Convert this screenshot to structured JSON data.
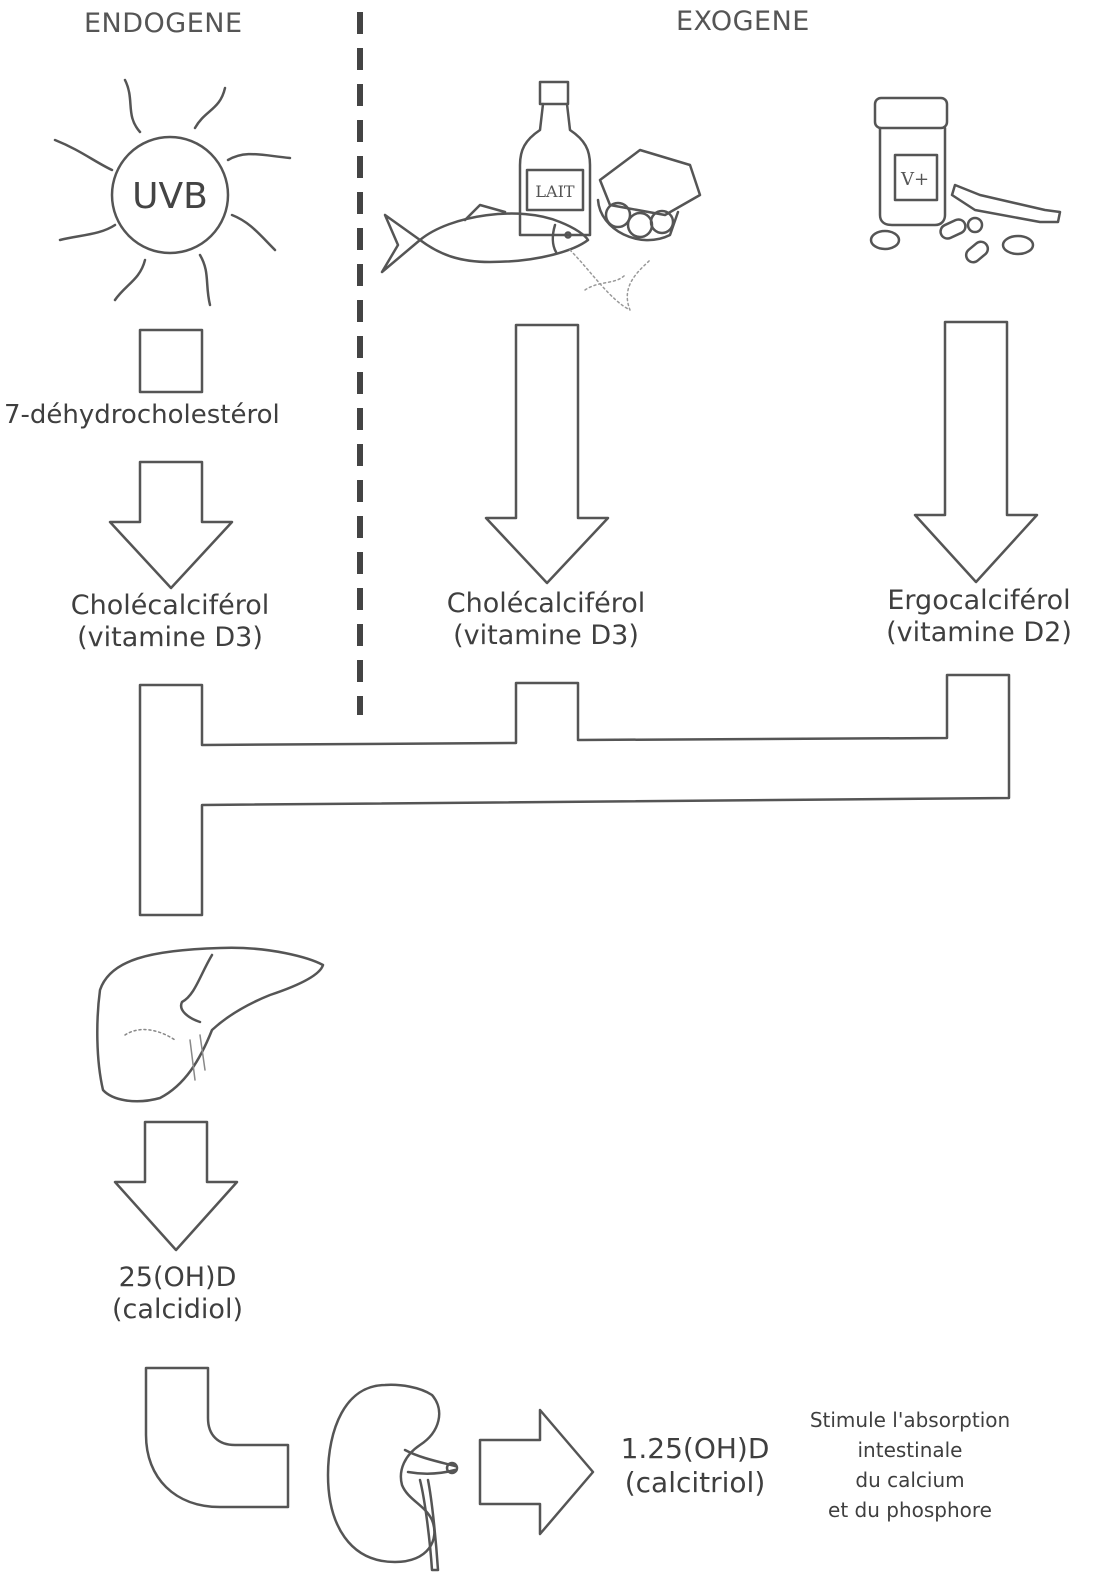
{
  "headers": {
    "endogene": "ENDOGENE",
    "exogene": "EXOGENE"
  },
  "sun": {
    "label": "UVB"
  },
  "milk_bottle": {
    "label": "LAIT"
  },
  "pill_bottle": {
    "label": "V+"
  },
  "labels": {
    "dehydro": "7-déhydrocholestérol",
    "chole_endo_1": "Cholécalciférol",
    "chole_endo_2": "(vitamine D3)",
    "chole_exo_1": "Cholécalciférol",
    "chole_exo_2": "(vitamine D3)",
    "ergo_1": "Ergocalciférol",
    "ergo_2": "(vitamine D2)",
    "calcidiol_1": "25(OH)D",
    "calcidiol_2": "(calcidiol)",
    "calcitriol_1": "1.25(OH)D",
    "calcitriol_2": "(calcitriol)",
    "effect_1": "Stimule l'absorption",
    "effect_2": "intestinale",
    "effect_3": "du calcium",
    "effect_4": "et du phosphore"
  },
  "colors": {
    "stroke": "#555555",
    "text": "#3f3f3f"
  }
}
